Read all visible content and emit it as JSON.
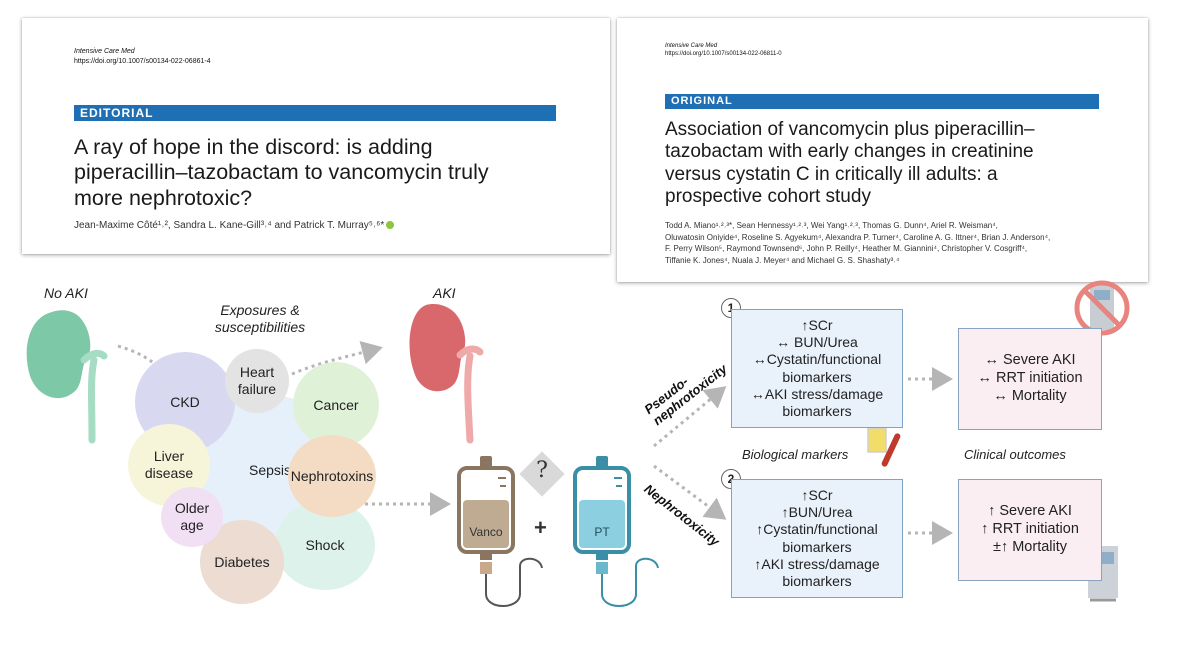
{
  "editorial": {
    "journal": "Intensive Care Med",
    "doi": "https://doi.org/10.1007/s00134-022-06861-4",
    "tag": "EDITORIAL",
    "title_lines": [
      "A ray of hope in the discord: is adding",
      "piperacillin–tazobactam to vancomycin truly",
      "more nephrotoxic?"
    ],
    "authors": "Jean-Maxime Côté¹˒², Sandra L. Kane-Gill³˒⁴ and Patrick T. Murray⁵˒⁶*"
  },
  "original": {
    "journal": "Intensive Care Med",
    "doi": "https://doi.org/10.1007/s00134-022-06811-0",
    "tag": "ORIGINAL",
    "title_lines": [
      "Association of vancomycin plus piperacillin–",
      "tazobactam with early changes in creatinine",
      "versus cystatin C in critically ill adults: a",
      "prospective cohort study"
    ],
    "author_lines": [
      "Todd A. Miano¹˒²˒³*, Sean Hennessy¹˒²˒³, Wei Yang¹˒²˒³, Thomas G. Dunn⁴, Ariel R. Weisman⁴,",
      "Oluwatosin Oniyide⁴, Roseline S. Agyekum⁴, Alexandra P. Turner⁴, Caroline A. G. Ittner⁴, Brian J. Anderson⁴,",
      "F. Perry Wilson⁵, Raymond Townsend⁶, John P. Reilly⁴, Heather M. Giannini⁴, Christopher V. Cosgriff⁴,",
      "Tiffanie K. Jones⁴, Nuala J. Meyer⁴ and Michael G. S. Shashaty³˒⁴"
    ]
  },
  "diagram": {
    "no_aki": "No AKI",
    "aki": "AKI",
    "exposures": [
      "Exposures &",
      "susceptibilities"
    ],
    "bubbles": {
      "ckd": "CKD",
      "heart_failure": [
        "Heart",
        "failure"
      ],
      "cancer": "Cancer",
      "liver": [
        "Liver",
        "disease"
      ],
      "sepsis": "Sepsis",
      "nephrotoxins": "Nephrotoxins",
      "older_age": [
        "Older",
        "age"
      ],
      "shock": "Shock",
      "diabetes": "Diabetes"
    },
    "question": "?",
    "vanco": "Vanco",
    "plus": "+",
    "pt": "PT",
    "pseudo": [
      "Pseudo-",
      "nephrotoxicity"
    ],
    "nephro": "Nephrotoxicity",
    "biological_markers": "Biological markers",
    "clinical_outcomes": "Clinical outcomes",
    "num1": "1",
    "num2": "2",
    "box1": [
      "↑SCr",
      "↔ BUN/Urea",
      "↔Cystatin/functional",
      "biomarkers",
      "↔AKI stress/damage",
      "biomarkers"
    ],
    "box2": [
      "↑SCr",
      "↑BUN/Urea",
      "↑Cystatin/functional",
      "biomarkers",
      "↑AKI stress/damage",
      "biomarkers"
    ],
    "out1": [
      "↔ Severe AKI",
      "↔ RRT initiation",
      "↔ Mortality"
    ],
    "out2": [
      "↑ Severe AKI",
      "↑ RRT initiation",
      "±↑ Mortality"
    ],
    "colors": {
      "kidney_green": "#7dc8a6",
      "kidney_red": "#d9686c",
      "ckd": "#d9d8f1",
      "heart": "#e3e3e3",
      "cancer": "#dff2d8",
      "liver": "#f7f5d9",
      "sepsis": "#e6f0fb",
      "nephrotoxins": "#f4dcc4",
      "older_age": "#f1dff3",
      "shock": "#dcf2ea",
      "diabetes": "#ecdcd1",
      "banner": "#1f6fb5"
    }
  }
}
